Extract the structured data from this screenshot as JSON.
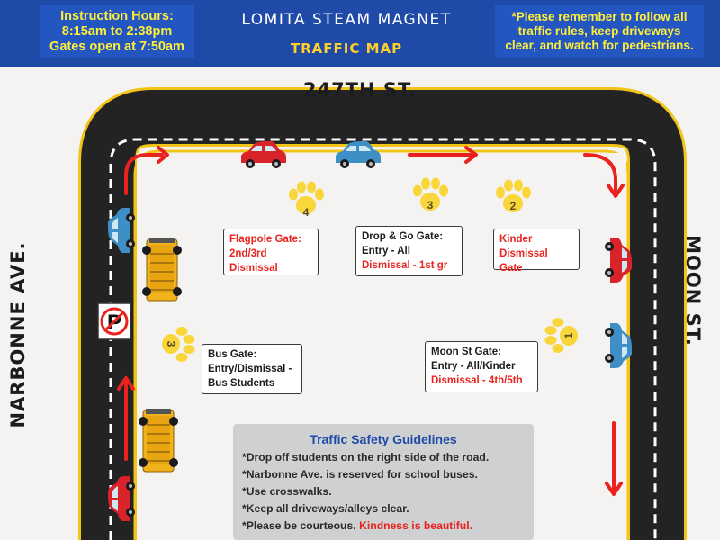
{
  "header": {
    "hours_title": "Instruction Hours:",
    "hours_time": "8:15am to 2:38pm",
    "hours_gates": "Gates open at 7:50am",
    "title": "LOMITA STEAM MAGNET",
    "subtitle": "TRAFFIC MAP",
    "reminder_1": "*Please remember to follow all",
    "reminder_2": "traffic rules, keep driveways",
    "reminder_3": "clear, and watch for pedestrians."
  },
  "streets": {
    "top": "247TH ST.",
    "left": "NARBONNE AVE.",
    "right": "MOON ST."
  },
  "gates": {
    "flagpole": {
      "name": "Flagpole Gate:",
      "line2": "2nd/3rd",
      "line3": "Dismissal",
      "paw": "4"
    },
    "drop_go": {
      "name": "Drop & Go Gate:",
      "line2": "Entry - All",
      "line3": "Dismissal - 1st gr",
      "paw": "3"
    },
    "kinder": {
      "name": "Kinder",
      "line2": "Dismissal Gate",
      "paw": "2"
    },
    "bus": {
      "name": "Bus Gate:",
      "line2": "Entry/Dismissal -",
      "line3": "Bus Students",
      "paw": "3"
    },
    "moon": {
      "name": "Moon St Gate:",
      "line2": "Entry - All/Kinder",
      "line3": "Dismissal - 4th/5th",
      "paw": "1"
    }
  },
  "guidelines": {
    "title": "Traffic Safety Guidelines",
    "items": [
      "*Drop off students on the right side of the road.",
      "*Narbonne Ave. is reserved for school buses.",
      "*Use crosswalks.",
      "*Keep all driveways/alleys clear."
    ],
    "last_prefix": "*Please be courteous. ",
    "last_highlight": "Kindness is beautiful."
  },
  "colors": {
    "header_bg": "#1f4aa8",
    "header_box": "#2456c1",
    "header_text": "#ffef3a",
    "road": "#232323",
    "road_edge": "#f2c418",
    "arrow": "#e8231f",
    "paw": "#f9d63a",
    "bus": "#f2b21c",
    "car_red": "#d8232a",
    "car_blue": "#3f8fc7",
    "guide_box": "#cfd0d2"
  },
  "icons": [
    "paw-icon",
    "no-parking-icon",
    "school-bus-icon",
    "car-icon",
    "direction-arrow-icon"
  ]
}
